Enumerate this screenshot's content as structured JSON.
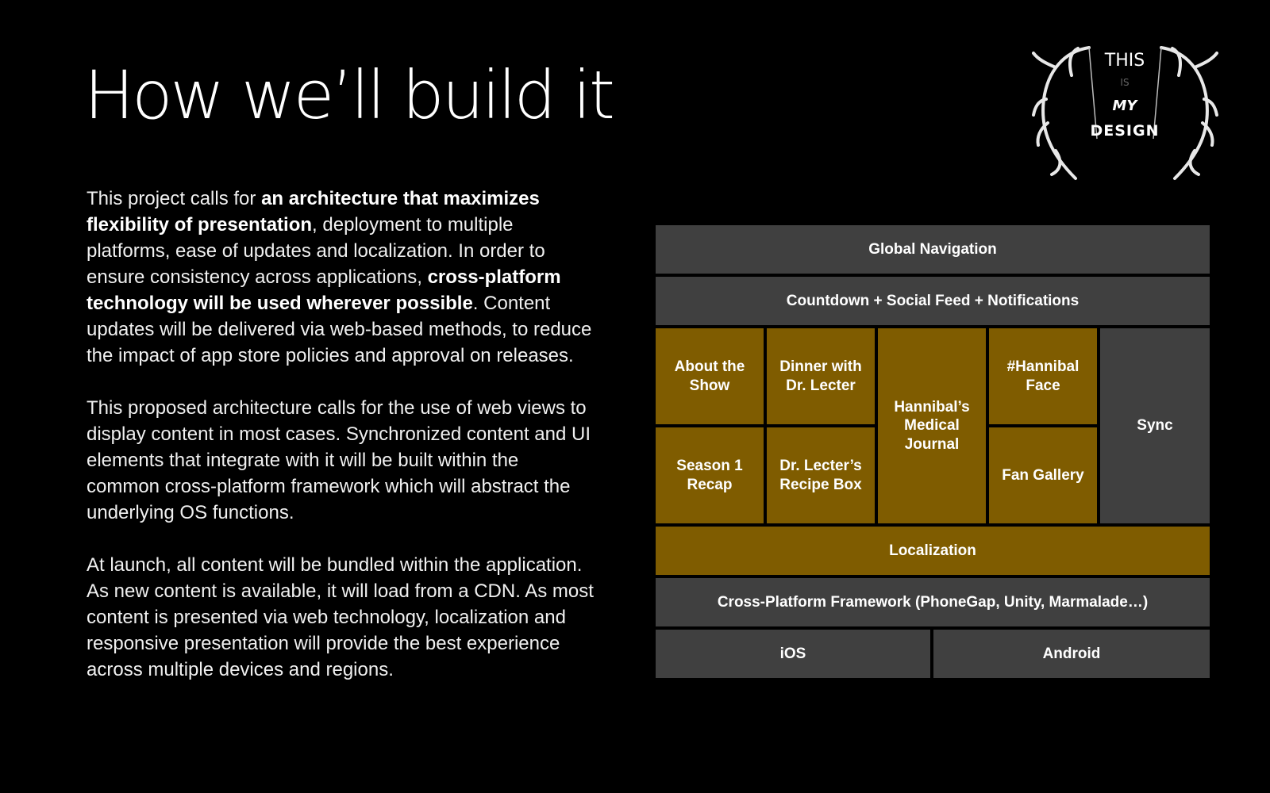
{
  "slide": {
    "title": "How we’ll build it",
    "paragraphs": [
      [
        {
          "text": "This project calls for ",
          "bold": false
        },
        {
          "text": "an architecture that maximizes flexibility of presentation",
          "bold": true
        },
        {
          "text": ", deployment to multiple platforms, ease of updates and localization. In order to ensure consistency across applications, ",
          "bold": false
        },
        {
          "text": "cross-platform technology will be used wherever possible",
          "bold": true
        },
        {
          "text": ". Content updates will be delivered via web-based methods, to reduce the impact of app store policies and approval on releases.",
          "bold": false
        }
      ],
      [
        {
          "text": "This proposed architecture calls for the use of web views to display content in most cases. Synchronized content and UI elements that integrate with it will be built within the common cross-platform framework which will abstract the underlying OS functions.",
          "bold": false
        }
      ],
      [
        {
          "text": "At launch, all content will be bundled within the application. As new content is available, it will load from a CDN. As most content is presented via web technology, localization and responsive presentation will provide the best experience across multiple devices and regions.",
          "bold": false
        }
      ]
    ]
  },
  "logo": {
    "line1": "THIS",
    "line2": "IS",
    "line3": "MY",
    "line4": "DESIGN",
    "icon": "antlers-icon"
  },
  "architecture": {
    "colors": {
      "gray": "#404040",
      "gold": "#7f5c00"
    },
    "global_navigation": "Global Navigation",
    "feeds": "Countdown + Social Feed + Notifications",
    "about_show": "About the Show",
    "dinner": "Dinner with Dr. Lecter",
    "medical_journal": "Hannibal’s Medical Journal",
    "hannibal_face": "#Hannibal Face",
    "sync": "Sync",
    "season_recap": "Season 1 Recap",
    "recipe_box": "Dr. Lecter’s Recipe Box",
    "fan_gallery": "Fan Gallery",
    "localization": "Localization",
    "framework": "Cross-Platform Framework  (PhoneGap, Unity, Marmalade…)",
    "ios": "iOS",
    "android": "Android"
  }
}
